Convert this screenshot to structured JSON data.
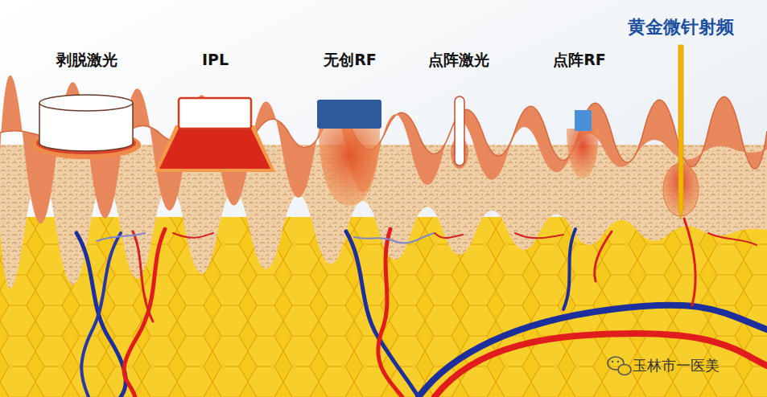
{
  "diagram": {
    "nodes": [
      {
        "text": [
          "剥脱激光"
        ]
      },
      {
        "text": [
          "IPL"
        ]
      },
      {
        "text": [
          "无创RF"
        ]
      },
      {
        "text": [
          "点阵激光"
        ]
      },
      {
        "text": [
          "点阵RF"
        ]
      },
      {
        "text": [
          "黄金微针射频"
        ]
      }
    ],
    "labels": [
      "玉林市一医美"
    ]
  }
}
